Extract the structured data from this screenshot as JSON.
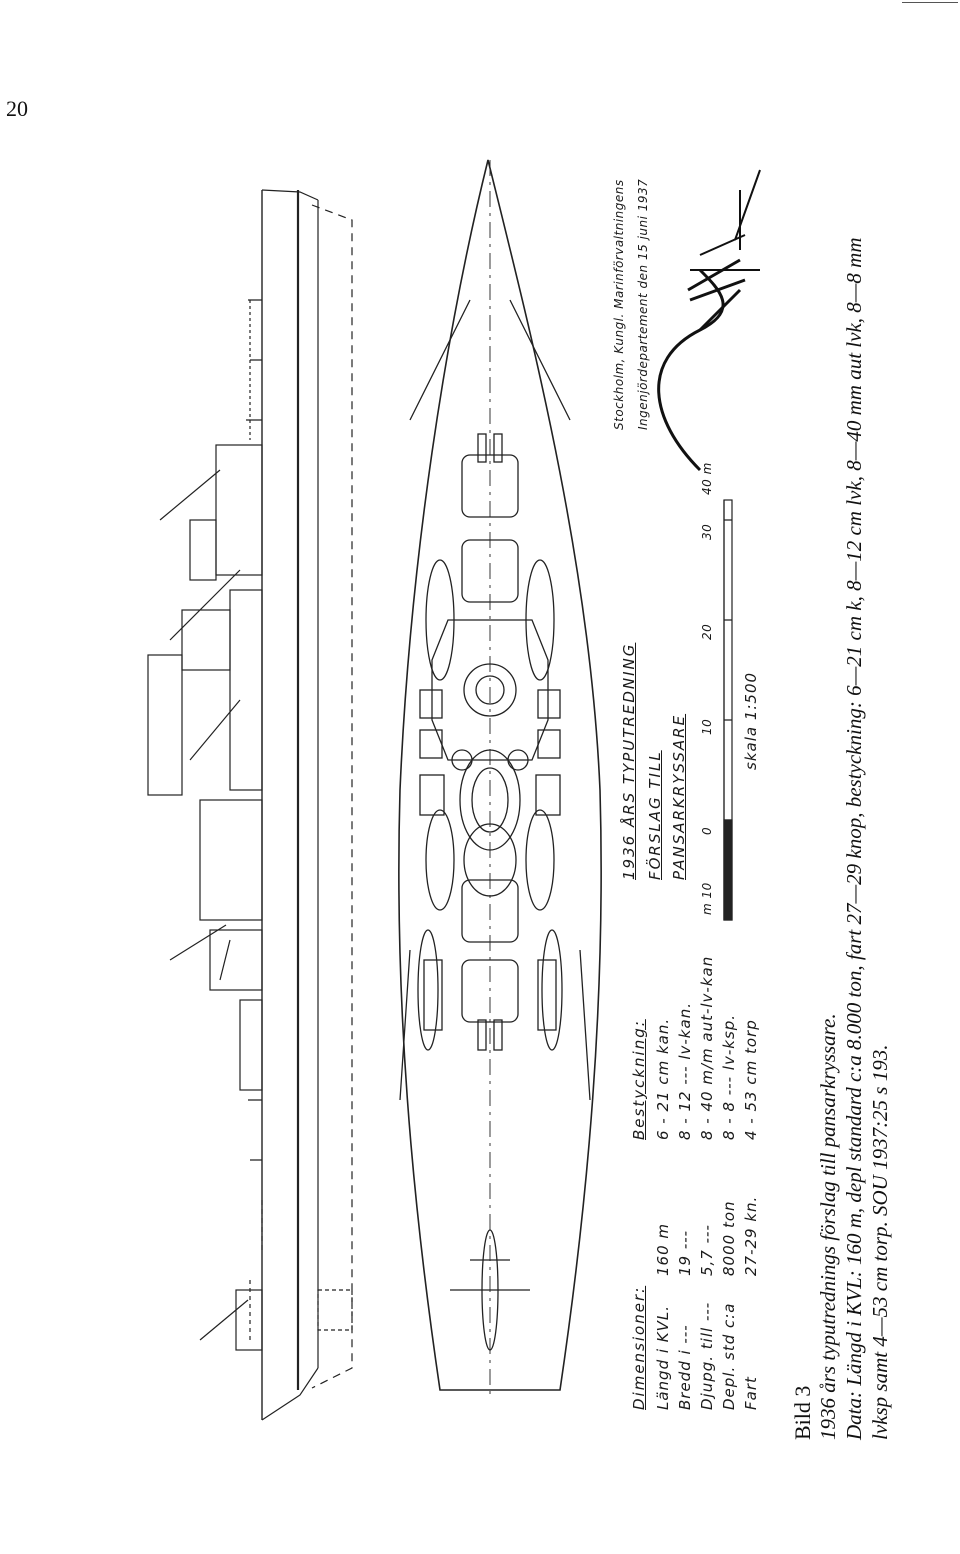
{
  "page": {
    "number": "20"
  },
  "dimensions": {
    "heading": "Dimensioner:",
    "rows": [
      {
        "label": "Längd i KVL.",
        "value": "160 m"
      },
      {
        "label": "Bredd i  ---",
        "value": "19 ---"
      },
      {
        "label": "Djupg. till ---",
        "value": "5,7 ---"
      },
      {
        "label": "Depl. std c:a",
        "value": "8000 ton"
      },
      {
        "label": "Fart",
        "value": "27-29 kn."
      }
    ]
  },
  "armament": {
    "heading": "Bestyckning:",
    "rows": [
      "6 - 21 cm kan.",
      "8 - 12 --- lv-kan.",
      "8 - 40 m/m aut-lv-kan",
      "8 - 8 --- lv-ksp.",
      "4 - 53 cm torp"
    ]
  },
  "title_block": {
    "line1": "1936 ÅRS TYPUTREDNING",
    "line2": "FÖRSLAG TILL",
    "line3": "PANSARKRYSSARE"
  },
  "scale": {
    "unit_left": "m 10",
    "ticks": [
      "0",
      "10",
      "20",
      "30",
      "40 m"
    ],
    "label": "skala 1:500"
  },
  "signature_block": {
    "line1": "Stockholm, Kungl. Marinförvaltningens",
    "line2": "Ingenjördepartement den 15 juni 1937"
  },
  "caption": {
    "label": "Bild 3",
    "line1": "1936 års typutrednings förslag till pansarkryssare.",
    "line2": "Data: Längd i KVL: 160 m, depl standard c:a 8.000 ton, fart 27—29 knop, bestyckning: 6—21 cm k, 8—12 cm lvk, 8—40 mm aut lvk, 8—8 mm",
    "line3": "lvksp samt 4—53 cm torp. SOU 1937:25 s 193."
  }
}
